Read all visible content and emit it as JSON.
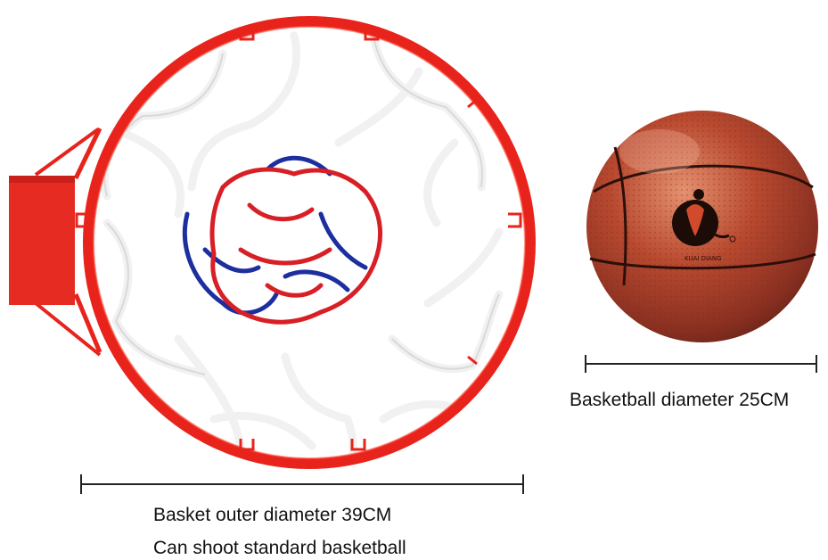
{
  "product": {
    "ball_caption": "Basketball diameter 25CM",
    "hoop_caption": "Basket outer diameter 39CM",
    "hoop_note": "Can shoot standard basketball"
  },
  "colors": {
    "rim": "#e8231c",
    "backplate": "#e52b22",
    "net_white": "#f4f4f4",
    "net_red": "#d81f26",
    "net_blue": "#1d2f9e",
    "ball": "#b8492f",
    "dimension_line": "#222222"
  },
  "icons": {
    "ball_logo": "basketball-player-logo-icon"
  }
}
